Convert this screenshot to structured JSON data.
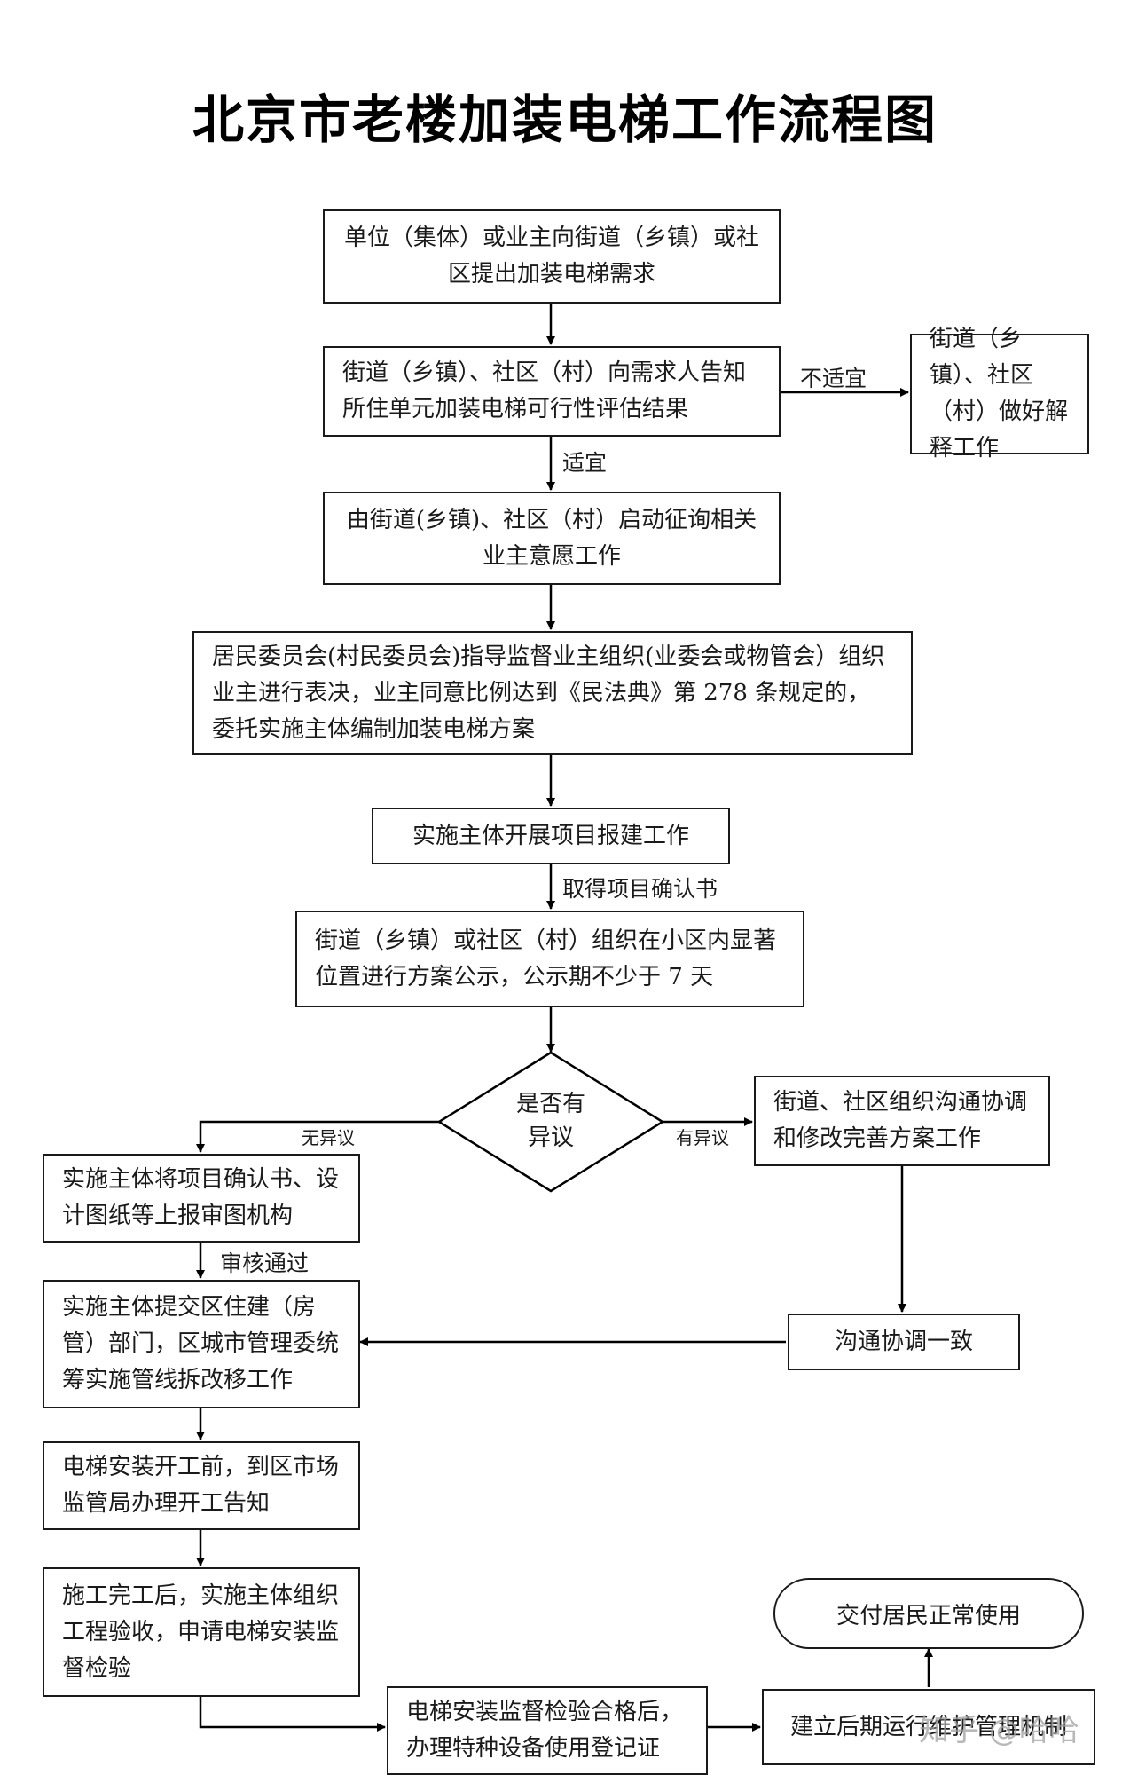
{
  "title": "北京市老楼加装电梯工作流程图",
  "nodes": {
    "n1": "单位（集体）或业主向街道（乡镇）或社区提出加装电梯需求",
    "n2": "街道（乡镇）、社区（村）向需求人告知所住单元加装电梯可行性评估结果",
    "n2b": "街道（乡镇）、社区（村）做好解释工作",
    "n3": "由街道(乡镇)、社区（村）启动征询相关业主意愿工作",
    "n4": "居民委员会(村民委员会)指导监督业主组织(业委会或物管会）组织业主进行表决，业主同意比例达到《民法典》第 278 条规定的，委托实施主体编制加装电梯方案",
    "n5": "实施主体开展项目报建工作",
    "n6": "街道（乡镇）或社区（村）组织在小区内显著位置进行方案公示，公示期不少于 7 天",
    "decision": "是否有异议",
    "n7": "实施主体将项目确认书、设计图纸等上报审图机构",
    "n7b": "街道、社区组织沟通协调和修改完善方案工作",
    "n7c": "沟通协调一致",
    "n8": "实施主体提交区住建（房管）部门，区城市管理委统筹实施管线拆改移工作",
    "n9": "电梯安装开工前，到区市场监管局办理开工告知",
    "n10": "施工完工后，实施主体组织工程验收，申请电梯安装监督检验",
    "n11": "电梯安装监督检验合格后，办理特种设备使用登记证",
    "n12": "建立后期运行维护管理机制",
    "n13": "交付居民正常使用"
  },
  "edge_labels": {
    "not_suitable": "不适宜",
    "suitable": "适宜",
    "confirmation": "取得项目确认书",
    "no_objection": "无异议",
    "objection": "有异议",
    "review_passed": "审核通过"
  },
  "watermark": "知乎 @哈哈"
}
